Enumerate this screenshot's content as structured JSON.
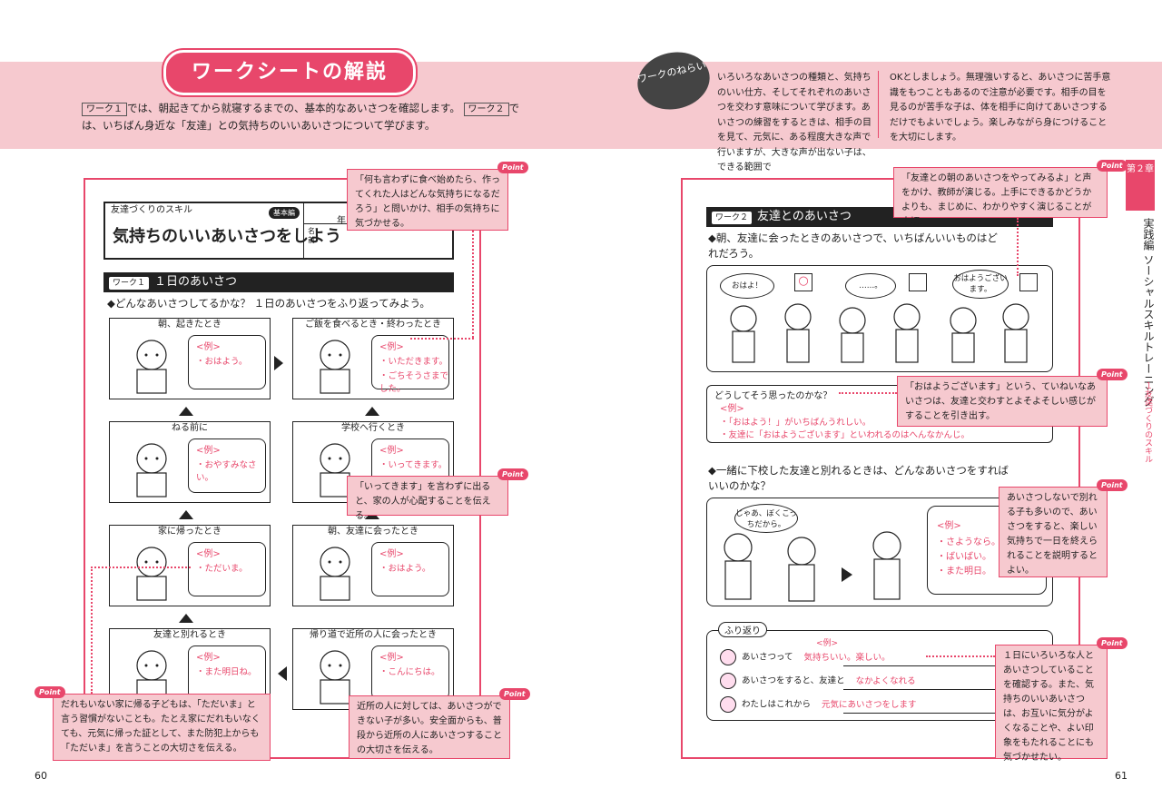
{
  "header": {
    "title": "ワークシートの解説",
    "intro_tag1": "ワーク１",
    "intro_text1": "では、朝起きてから就寝するまでの、基本的なあいさつを確認します。",
    "intro_tag2": "ワーク２",
    "intro_text2": "では、いちばん身近な「友達」との気持ちのいいあいさつについて学びます。",
    "aim_label": "ワークのねらい",
    "aim_col1": "いろいろなあいさつの種類と、気持ちのいい仕方、そしてそれぞれのあいさつを交わす意味について学びます。あいさつの練習をするときは、相手の目を見て、元気に、ある程度大きな声で行いますが、大きな声が出ない子は、できる範囲で",
    "aim_col2": "OKとしましょう。無理強いすると、あいさつに苦手意識をもつこともあるので注意が必要です。相手の目を見るのが苦手な子は、体を相手に向けてあいさつするだけでもよいでしょう。楽しみながら身につけることを大切にします。"
  },
  "left": {
    "skill_tab": "友達づくりのスキル",
    "sheet_title": "気持ちのいいあいさつをしよう",
    "badge": "基本編",
    "year_label": "年",
    "name_label": "名前",
    "work1_tag": "ワーク１",
    "work1_title": "１日のあいさつ",
    "work1_q": "◆どんなあいさつしてるかな？ １日のあいさつをふり返ってみよう。",
    "example": "<例>",
    "panels": [
      {
        "title": "朝、起きたとき",
        "answer": "・おはよう。"
      },
      {
        "title": "ご飯を食べるとき・終わったとき",
        "answer": "・いただきます。",
        "answer2": "・ごちそうさまでした。"
      },
      {
        "title": "ねる前に",
        "answer": "・おやすみなさい。"
      },
      {
        "title": "学校へ行くとき",
        "answer": "・いってきます。"
      },
      {
        "title": "家に帰ったとき",
        "answer": "・ただいま。"
      },
      {
        "title": "朝、友達に会ったとき",
        "answer": "・おはよう。"
      },
      {
        "title": "友達と別れるとき",
        "answer": "・また明日ね。"
      },
      {
        "title": "帰り道で近所の人に会ったとき",
        "answer": "・こんにちは。"
      }
    ],
    "notes": [
      "「何も言わずに食べ始めたら、作ってくれた人はどんな気持ちになるだろう」と問いかけ、相手の気持ちに気づかせる。",
      "「いってきます」を言わずに出ると、家の人が心配することを伝える。",
      "だれもいない家に帰る子どもは、「ただいま」と言う習慣がないことも。たとえ家にだれもいなくても、元気に帰った証として、また防犯上からも「ただいま」を言うことの大切さを伝える。",
      "近所の人に対しては、あいさつができない子が多い。安全面からも、普段から近所の人にあいさつすることの大切さを伝える。"
    ],
    "point_label": "Point",
    "page_num": "60"
  },
  "right": {
    "work2_tag": "ワーク２",
    "work2_title": "友達とのあいさつ",
    "q1": "◆朝、友達に会ったときのあいさつで、いちばんいいものはどれだろう。",
    "bubbles": [
      "おはよ！",
      "……。",
      "おはようございます。"
    ],
    "check_mark": "○",
    "reason_q": "どうしてそう思ったのかな？",
    "example": "<例>",
    "reason1": "・「おはよう！」がいちばんうれしい。",
    "reason2": "・友達に「おはようございます」といわれるのはへんなかんじ。",
    "q2": "◆一緒に下校した友達と別れるときは、どんなあいさつをすればいいのかな？",
    "part_bubble": "じゃあ、ぼくこっちだから。",
    "part_answers": [
      "・さようなら。",
      "・ばいばい。",
      "・また明日。"
    ],
    "reflection_tag": "ふり返り",
    "reflection": [
      {
        "label": "あいさつって",
        "answer": "気持ちいい。楽しい。"
      },
      {
        "label": "あいさつをすると、友達と",
        "answer": "なかよくなれる"
      },
      {
        "label": "わたしはこれから",
        "answer": "元気にあいさつをします"
      }
    ],
    "notes": [
      "「友達との朝のあいさつをやってみるよ」と声をかけ、教師が演じる。上手にできるかどうかよりも、まじめに、わかりやすく演じることが大切。",
      "「おはようございます」という、ていねいなあいさつは、友達と交わすとよそよそしい感じがすることを引き出す。",
      "あいさつしないで別れる子も多いので、あいさつをすると、楽しい気持ちで一日を終えられることを説明するとよい。",
      "１日にいろいろな人とあいさつしていることを確認する。また、気持ちのいいあいさつは、お互いに気分がよくなることや、よい印象をもたれることにも気づかせたい。"
    ],
    "point_label": "Point",
    "chapter_tab": "第２章",
    "side_title": "実践編 ソーシャルスキルトレーニング",
    "side_sub": "１友達づくりのスキル",
    "page_num": "61"
  },
  "colors": {
    "accent": "#e8476b",
    "band": "#f6c9cf"
  }
}
